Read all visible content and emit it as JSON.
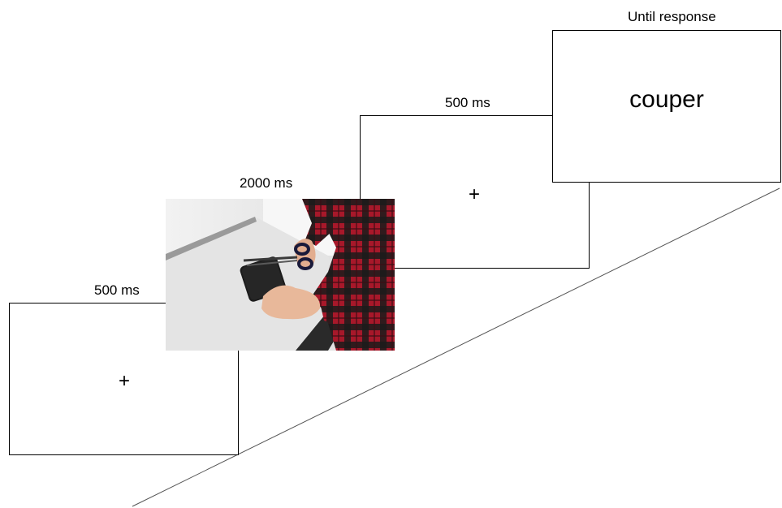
{
  "timeline": {
    "frames": [
      {
        "duration": "500 ms",
        "content": "+"
      },
      {
        "duration": "2000 ms",
        "content_image": "person-cutting-phone-with-scissors-photo"
      },
      {
        "duration": "500 ms",
        "content": "+"
      },
      {
        "duration": "Until response",
        "content": "couper"
      }
    ]
  },
  "colors": {
    "frame_border": "#000000",
    "background": "#ffffff",
    "shirt_red": "#b0202a",
    "shirt_black": "#1a1a1a",
    "table": "#e6e6e6",
    "phone": "#1c1c1c",
    "skin": "#e8b89a"
  }
}
